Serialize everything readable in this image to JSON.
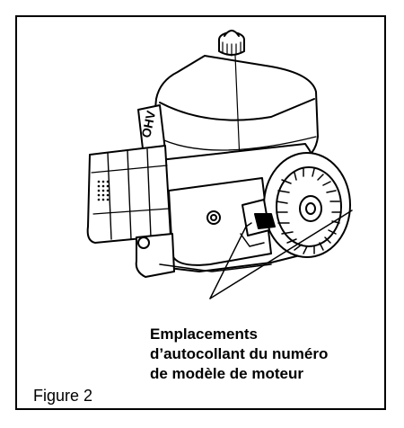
{
  "callout": {
    "lines": [
      "Emplacements",
      "d’autocollant du numéro",
      "de modèle de moteur"
    ]
  },
  "figure": {
    "label": "Figure 2"
  },
  "engine": {
    "badge_text": "OHV"
  }
}
